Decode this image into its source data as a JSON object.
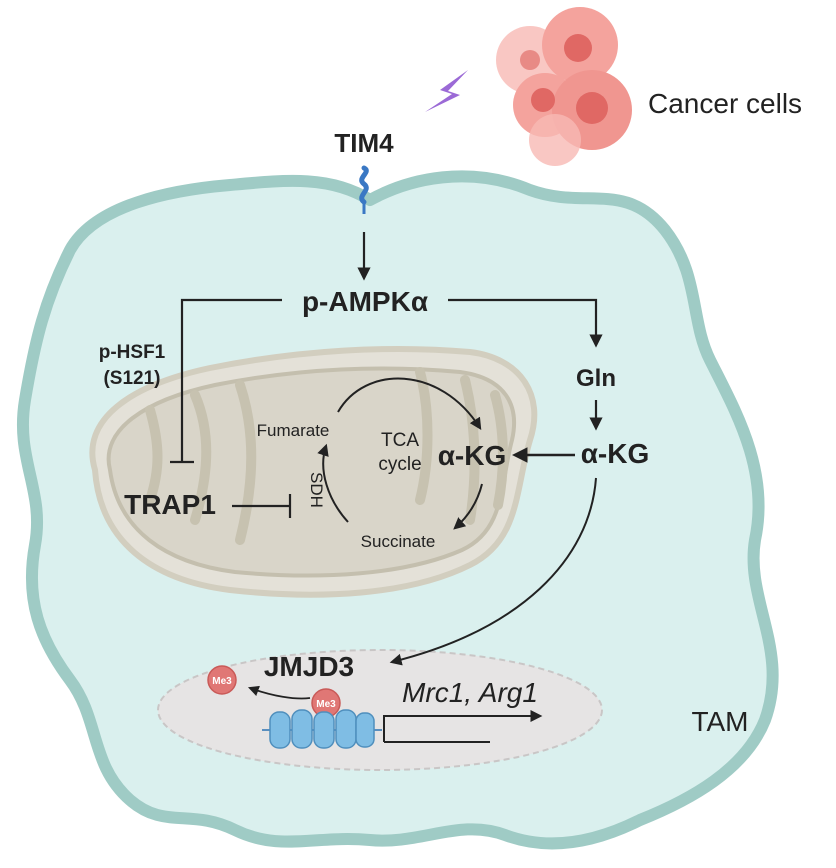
{
  "colors": {
    "cell_fill": "#daf0ee",
    "cell_stroke": "#9fcbc5",
    "mito_outer": "#e4e1d8",
    "mito_inner": "#d2cebf",
    "nucleus_fill": "#e6e4e4",
    "nucleus_stroke": "#c9c6c6",
    "cancer_fill": "#f4a39d",
    "cancer_nucleus": "#e06864",
    "lightning": "#9b6ad6",
    "receptor": "#3a78c4",
    "histone": "#7fbde4",
    "methyl": "#e07775",
    "arrow": "#222222"
  },
  "icons": {
    "cancer": "cancer-cell-cluster-icon",
    "lightning": "lightning-bolt-icon",
    "receptor": "membrane-receptor-icon",
    "mitochondrion": "mitochondrion-icon",
    "nucleus": "nucleus-icon",
    "nucleosome": "nucleosome-icon",
    "methyl": "methyl-group-icon"
  },
  "labels": {
    "cancer_cells": "Cancer cells",
    "tim4": "TIM4",
    "p_ampk": "p-AMPKα",
    "p_hsf1_line1": "p-HSF1",
    "p_hsf1_line2": "(S121)",
    "gln": "Gln",
    "akg_cyto": "α-KG",
    "akg_mito": "α-KG",
    "tca_line1": "TCA",
    "tca_line2": "cycle",
    "fumarate": "Fumarate",
    "succinate": "Succinate",
    "sdh": "SDH",
    "trap1": "TRAP1",
    "jmjd3": "JMJD3",
    "me3_released": "Me3",
    "me3_bound": "Me3",
    "genes": "Mrc1, Arg1",
    "tam": "TAM"
  }
}
